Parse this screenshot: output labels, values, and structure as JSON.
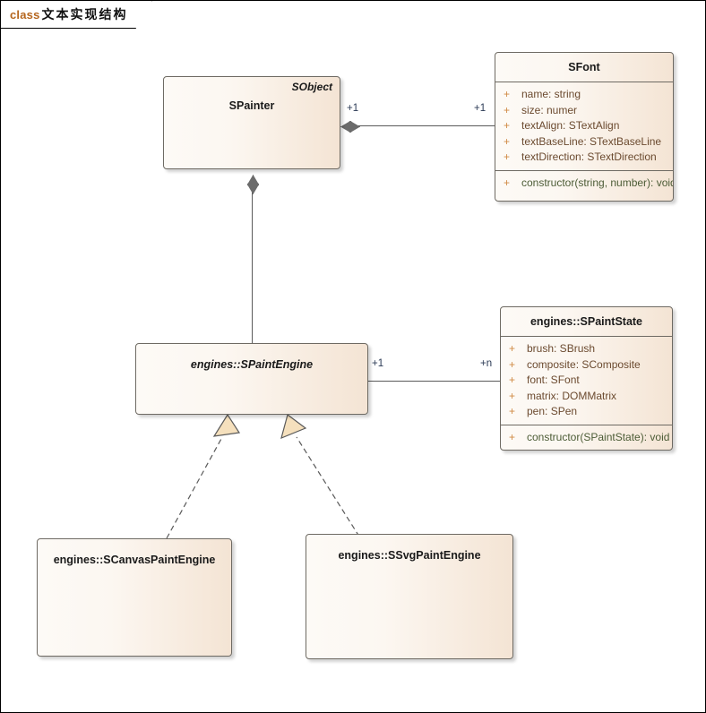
{
  "frame": {
    "keyword": "class",
    "title": "文本实现结构"
  },
  "colors": {
    "box_fill_left": "#fdfaf6",
    "box_fill_right": "#f4e4d4",
    "box_border": "#6e6a63",
    "visibility": "#d08a44",
    "attribute_text": "#6b4a2f",
    "method_text": "#4c5c36",
    "connector": "#5a5a5a",
    "diamond": "#6b6b6b",
    "arrow_fill": "#f5e0bd",
    "multiplicity_text": "#2b3a55",
    "keyword": "#b5651d"
  },
  "classes": [
    {
      "id": "spainter",
      "name": "SPainter",
      "stereotype": "SObject",
      "abstract": false,
      "attributes": [],
      "methods": []
    },
    {
      "id": "sfont",
      "name": "SFont",
      "stereotype": "",
      "abstract": false,
      "attributes": [
        {
          "visibility": "+",
          "text": "name: string"
        },
        {
          "visibility": "+",
          "text": "size: numer"
        },
        {
          "visibility": "+",
          "text": "textAlign: STextAlign"
        },
        {
          "visibility": "+",
          "text": "textBaseLine: STextBaseLine"
        },
        {
          "visibility": "+",
          "text": "textDirection: STextDirection"
        }
      ],
      "methods": [
        {
          "visibility": "+",
          "text": "constructor(string, number): void"
        }
      ]
    },
    {
      "id": "spaintengine",
      "name": "engines::SPaintEngine",
      "stereotype": "",
      "abstract": true,
      "attributes": [],
      "methods": []
    },
    {
      "id": "spaintstate",
      "name": "engines::SPaintState",
      "stereotype": "",
      "abstract": false,
      "attributes": [
        {
          "visibility": "+",
          "text": "brush: SBrush"
        },
        {
          "visibility": "+",
          "text": "composite: SComposite"
        },
        {
          "visibility": "+",
          "text": "font: SFont"
        },
        {
          "visibility": "+",
          "text": "matrix: DOMMatrix"
        },
        {
          "visibility": "+",
          "text": "pen: SPen"
        }
      ],
      "methods": [
        {
          "visibility": "+",
          "text": "constructor(SPaintState): void"
        }
      ]
    },
    {
      "id": "scanvaspaintengine",
      "name": "engines::SCanvasPaintEngine",
      "stereotype": "",
      "abstract": false,
      "attributes": [],
      "methods": []
    },
    {
      "id": "ssvgpaintengine",
      "name": "engines::SSvgPaintEngine",
      "stereotype": "",
      "abstract": false,
      "attributes": [],
      "methods": []
    }
  ],
  "relations": [
    {
      "id": "painter-font",
      "kind": "composition",
      "from": "SPainter",
      "to": "SFont",
      "source_multiplicity": "+1",
      "target_multiplicity": "+1"
    },
    {
      "id": "painter-engine",
      "kind": "composition",
      "from": "SPainter",
      "to": "engines::SPaintEngine",
      "source_multiplicity": "",
      "target_multiplicity": ""
    },
    {
      "id": "engine-state",
      "kind": "association",
      "from": "engines::SPaintEngine",
      "to": "engines::SPaintState",
      "source_multiplicity": "+1",
      "target_multiplicity": "+n"
    },
    {
      "id": "canvas-engine-realize",
      "kind": "realization",
      "from": "engines::SCanvasPaintEngine",
      "to": "engines::SPaintEngine",
      "source_multiplicity": "",
      "target_multiplicity": ""
    },
    {
      "id": "svg-engine-realize",
      "kind": "realization",
      "from": "engines::SSvgPaintEngine",
      "to": "engines::SPaintEngine",
      "source_multiplicity": "",
      "target_multiplicity": ""
    }
  ]
}
